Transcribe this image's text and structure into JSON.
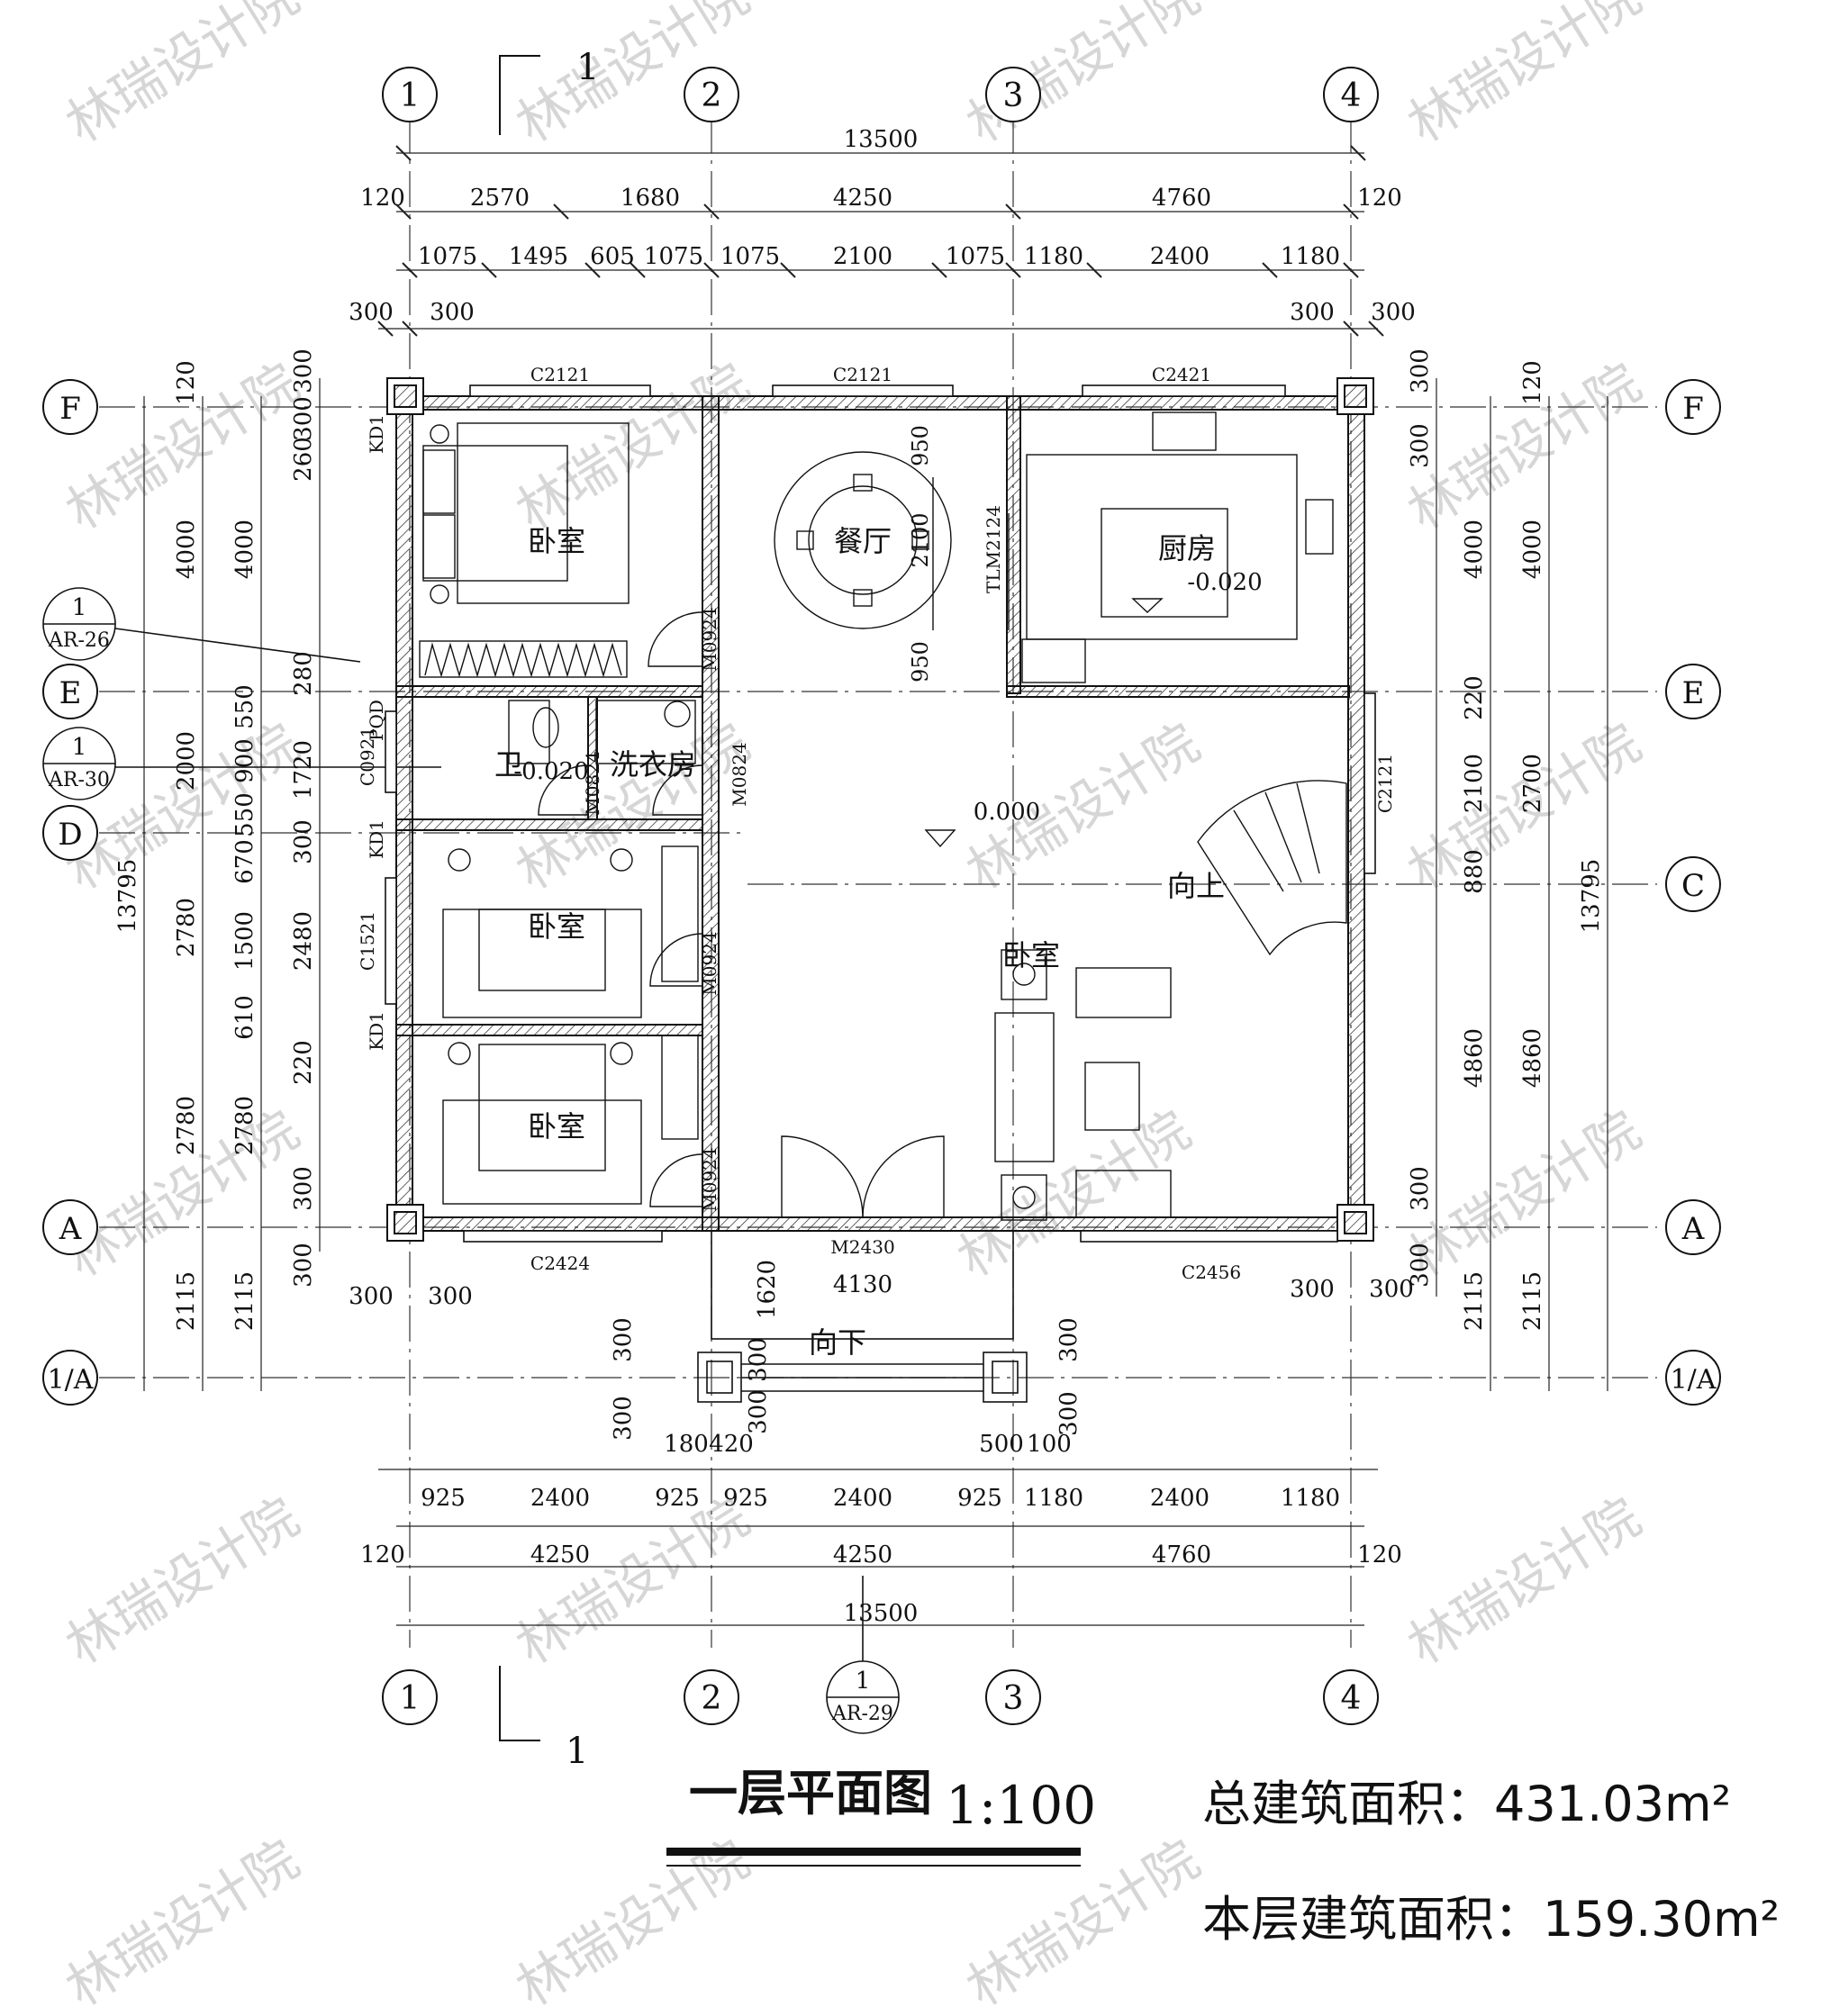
{
  "title": "一层平面图",
  "scale": "1:100",
  "total_area_label": "总建筑面积：431.03m²",
  "floor_area_label": "本层建筑面积：159.30m²",
  "section_mark": "1",
  "watermark": "林瑞设计院",
  "axes": {
    "vertical": [
      "1",
      "2",
      "3",
      "4"
    ],
    "horizontal": [
      "F",
      "E",
      "D",
      "C",
      "A",
      "1/A"
    ]
  },
  "dims": {
    "top_total": "13500",
    "top_major": [
      "120",
      "2570",
      "1680",
      "4250",
      "4760",
      "120"
    ],
    "top_minor": [
      "1075",
      "1495",
      "605",
      "1075",
      "1075",
      "2100",
      "1075",
      "1180",
      "2400",
      "1180"
    ],
    "top_wall": [
      "300",
      "300",
      "300",
      "300"
    ],
    "bottom_total": "13500",
    "bottom_major": [
      "120",
      "4250",
      "4250",
      "4760",
      "120"
    ],
    "bottom_minor": [
      "925",
      "2400",
      "925",
      "925",
      "2400",
      "925",
      "1180",
      "2400",
      "1180"
    ],
    "bottom_wall": [
      "300",
      "300",
      "300",
      "300"
    ],
    "left_total": "13795",
    "left_major": [
      "4000",
      "2000",
      "2780",
      "2780",
      "2115"
    ],
    "left_minor": [
      "4000",
      "550",
      "900",
      "550",
      "670",
      "1500",
      "610",
      "2780",
      "2115"
    ],
    "left_fine": [
      "120",
      "300",
      "300",
      "260",
      "280",
      "1720",
      "300",
      "2480",
      "220",
      "300",
      "300"
    ],
    "right_total": "13795",
    "right_major": [
      "4000",
      "2700",
      "4860",
      "2115"
    ],
    "right_minor": [
      "120",
      "4000",
      "220",
      "2100",
      "880",
      "4860",
      "2115"
    ],
    "right_fine": [
      "300",
      "300",
      "300",
      "300"
    ],
    "porch": [
      "1620",
      "4130",
      "300",
      "300",
      "300",
      "300",
      "300",
      "300",
      "180",
      "420",
      "500",
      "100"
    ]
  },
  "rooms": {
    "bedroom": "卧室",
    "dining": "餐厅",
    "kitchen": "厨房",
    "bath": "卫",
    "laundry": "洗衣房",
    "up": "向上",
    "down": "向下"
  },
  "levels": [
    "-0.020",
    "-0.020",
    "0.000"
  ],
  "labels": {
    "windows": [
      "C2121",
      "C2121",
      "C2421",
      "C0921",
      "C1521",
      "C2424",
      "C2456",
      "C2121"
    ],
    "doors": [
      "M0924",
      "M0824",
      "M0824",
      "M0924",
      "M0924",
      "M2430",
      "TLM2124"
    ],
    "misc": [
      "KD1",
      "KD1",
      "KD1",
      "PQD",
      "2100",
      "950",
      "950"
    ]
  },
  "callouts": [
    {
      "num": "1",
      "ref": "AR-26"
    },
    {
      "num": "1",
      "ref": "AR-30"
    },
    {
      "num": "1",
      "ref": "AR-29"
    }
  ]
}
